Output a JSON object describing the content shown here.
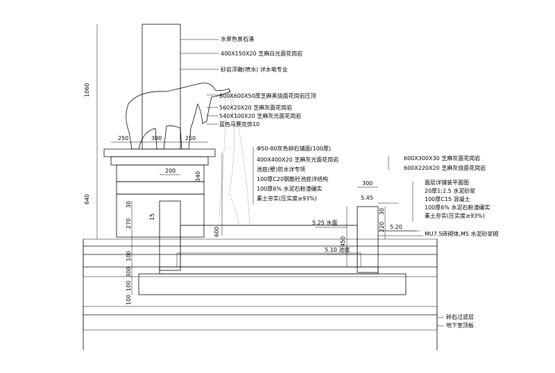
{
  "labels": {
    "fountain_source": "水景色泉石涌",
    "granite_cap_stone": "400X150X20 芝麻白光面花岗岩",
    "lighting_note": "砂岩浮雕(喷水) 详水电专业",
    "cap_slab": "800X600X50厚芝麻黑烧面花岗岩压顶",
    "granite_band_1": "560X20X20 芝麻灰面花岗岩",
    "granite_band_2": "540X100X20 芝麻灰光面花岗岩",
    "mosaic_tile": "蓝色马赛克饰10",
    "pebbles": "Φ50-80灰色卵石铺面(100厚)",
    "pool_floor_granite": "400X400X20 芝麻灰光面花岗岩",
    "waterproofing": "池底(壁)防水详专项",
    "rc_concrete": "100厚C20钢筋砼池底详结构",
    "cement_gravel": "100厚6% 水泥石粉渣碾实",
    "compacted_soil": "素土夯实(压实度≥93%)",
    "coping_top": "600X300X30 芝麻灰面花岗岩",
    "coping_side": "600X220X20 芝麻灰烧面花岗岩",
    "paving": "面层详铺装平面图",
    "mortar": "20厚1:2.5 水泥砂浆",
    "c15_concrete": "100厚C15 混凝土",
    "cement_stone": "100厚6% 水泥石粉渣碾实",
    "soil_right": "素土夯实(压实度≥93%)",
    "brick_wall": "MU7.5砖砌体,M5 水泥砂浆砌",
    "gravel_drain": "碎石过滤层",
    "basement_roof": "地下室顶板"
  },
  "dimensions": {
    "h_total": "1060",
    "h_base": "640",
    "h_340": "340",
    "h_600": "600",
    "h_270": "270",
    "h_30a": "30",
    "h_15": "15",
    "h_100a": "100",
    "h_300": "300",
    "h_100b": "100",
    "h_100c": "100",
    "h_450": "450",
    "h_220": "220",
    "h_30b": "30",
    "w_250a": "250",
    "w_300": "300",
    "w_250b": "250",
    "w_200": "200",
    "w_300r": "300",
    "lvl_545": "5.45",
    "lvl_525": "5.25 水面",
    "lvl_520": "5.20",
    "lvl_510": "5.10 池底"
  },
  "colors": {
    "line": "#000000",
    "background": "#ffffff"
  }
}
